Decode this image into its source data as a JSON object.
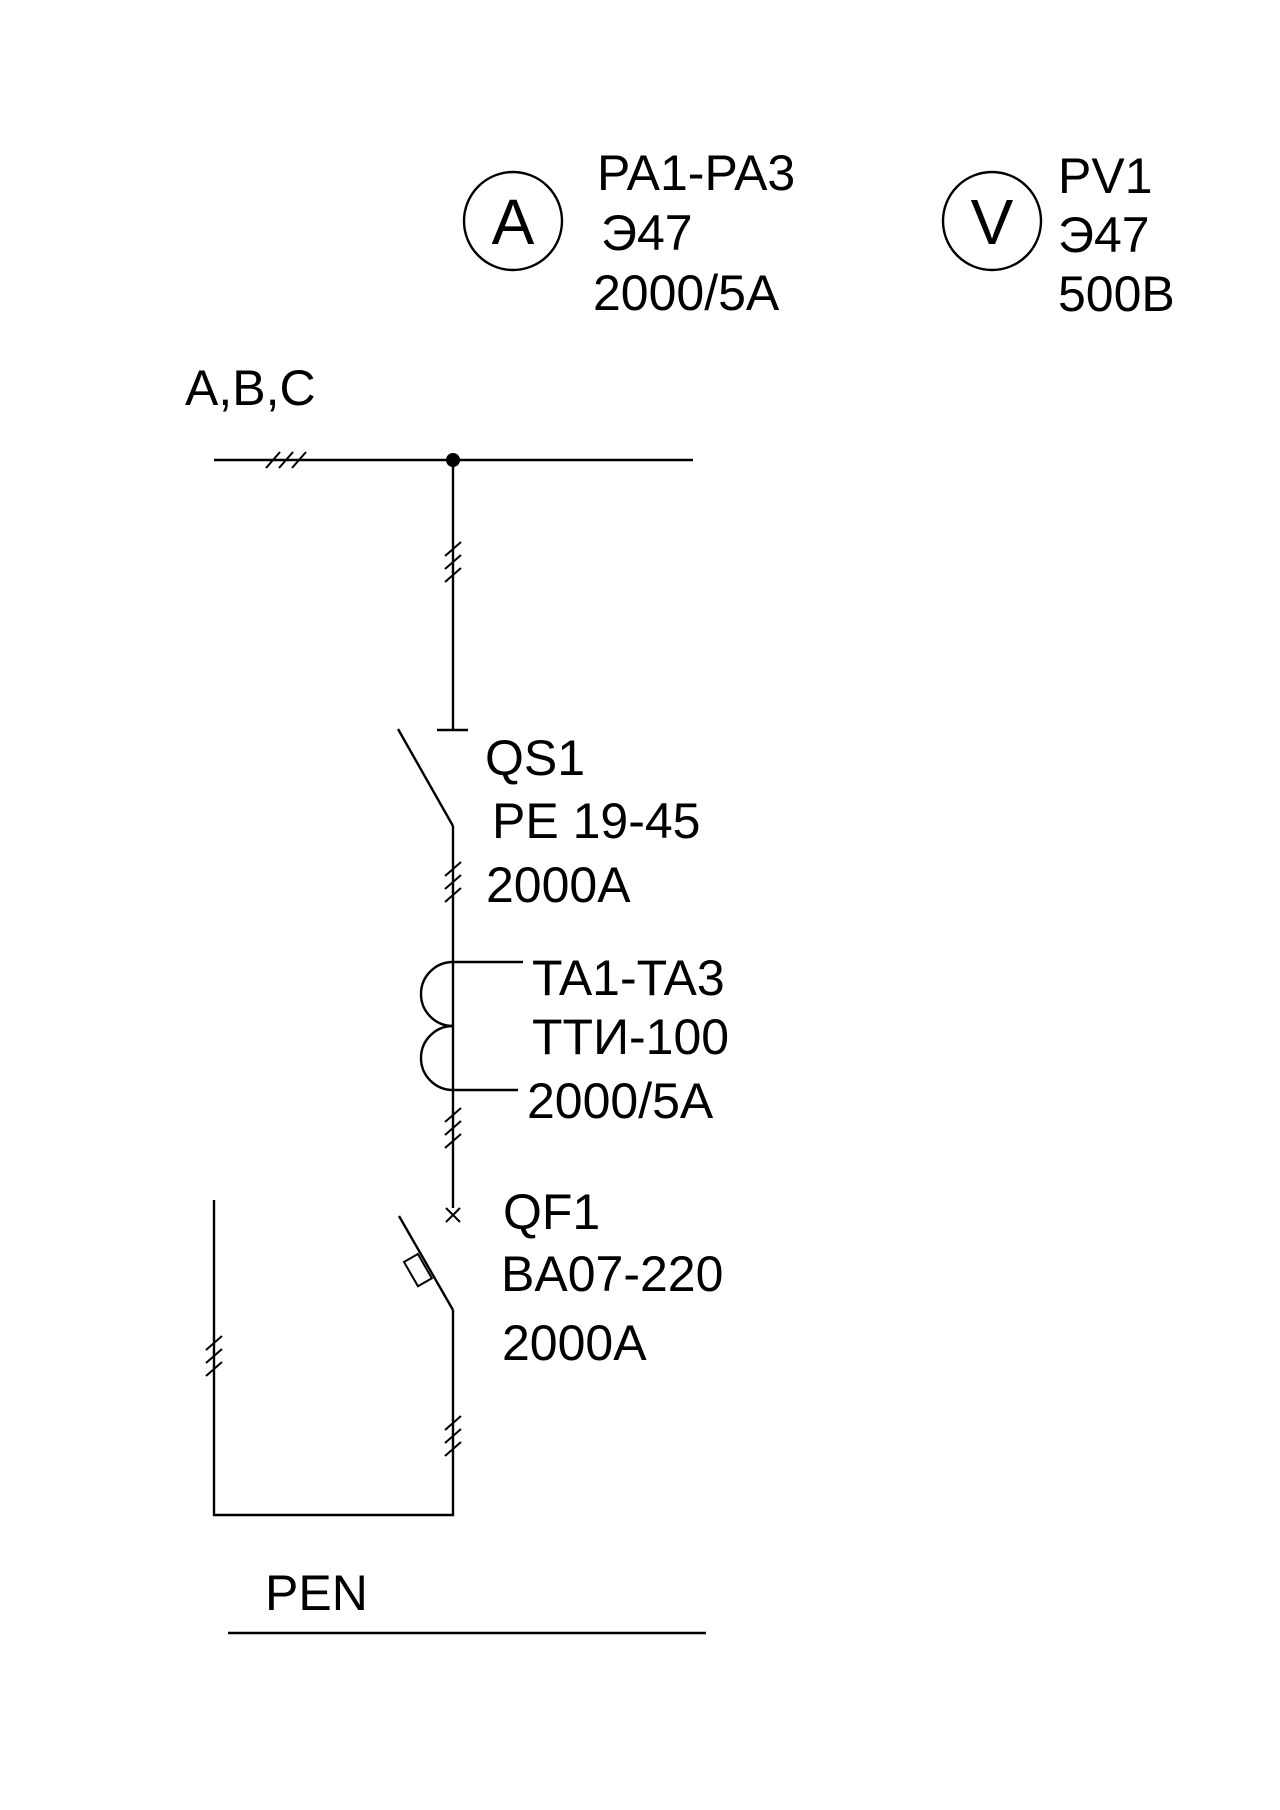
{
  "ammeter": {
    "symbol": "A",
    "designation": "PA1-PA3",
    "type": "Э47",
    "rating": "2000/5A"
  },
  "voltmeter": {
    "symbol": "V",
    "designation": "PV1",
    "type": "Э47",
    "rating": "500B"
  },
  "busbar": {
    "label": "A,B,C"
  },
  "switch_qs1": {
    "designation": "QS1",
    "type": "PE 19-45",
    "rating": "2000A"
  },
  "current_transformer": {
    "designation": "TA1-TA3",
    "type": "ТТИ-100",
    "rating": "2000/5A"
  },
  "breaker_qf1": {
    "designation": "QF1",
    "type": "BA07-220",
    "rating": "2000A"
  },
  "pen_bus": {
    "label": "PEN"
  }
}
